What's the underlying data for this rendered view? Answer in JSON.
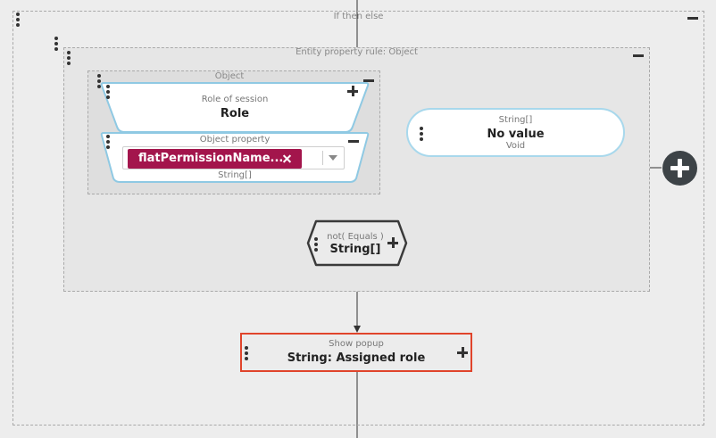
{
  "if_then_else": {
    "title": "If then else"
  },
  "entity_rule": {
    "title": "Entity property rule: Object"
  },
  "object_group": {
    "title": "Object"
  },
  "role_node": {
    "caption": "Role of session",
    "value": "Role"
  },
  "object_property": {
    "caption": "Object property",
    "selected_tag": "flatPermissionName...",
    "type": "String[]"
  },
  "string_node": {
    "caption": "String[]",
    "value": "No value",
    "sub": "Void"
  },
  "not_equals": {
    "caption": "not( Equals )",
    "value": "String[]"
  },
  "show_popup": {
    "caption": "Show popup",
    "value": "String: Assigned role"
  },
  "icons": [
    "drag-handle-icon",
    "plus-icon",
    "minus-icon",
    "close-icon",
    "chevron-down-icon",
    "add-circle-icon"
  ],
  "colors": {
    "tag": "#a3154c",
    "node_border": "#8fc9e3",
    "highlight_border": "#e0442b",
    "dark_icon": "#3d4347"
  }
}
